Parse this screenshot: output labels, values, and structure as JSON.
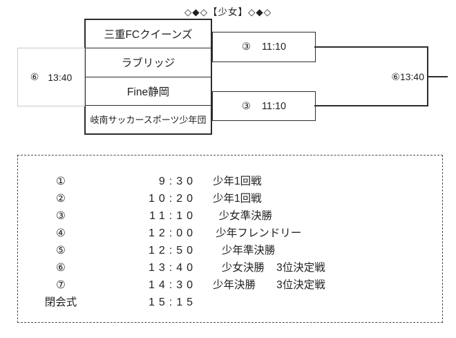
{
  "title": "◇◆◇【少女】◇◆◇",
  "bracket": {
    "teams": [
      "三重FCクイーンズ",
      "ラブリッジ",
      "Fine静岡",
      "岐南サッカースポーツ少年団"
    ],
    "semifinal_top": {
      "no": "③",
      "time": "11:10"
    },
    "semifinal_bottom": {
      "no": "③",
      "time": "11:10"
    },
    "third_place": {
      "no": "⑥",
      "time": "13:40"
    },
    "final": {
      "no": "⑥",
      "time": "13:40"
    }
  },
  "schedule": {
    "rows": [
      {
        "no": "①",
        "time": "9:30",
        "event": "少年1回戦"
      },
      {
        "no": "②",
        "time": "10:20",
        "event": "少年1回戦"
      },
      {
        "no": "③",
        "time": "11:10",
        "event": "  少女準決勝"
      },
      {
        "no": "④",
        "time": "12:00",
        "event": " 少年フレンドリー"
      },
      {
        "no": "⑤",
        "time": "12:50",
        "event": "   少年準決勝"
      },
      {
        "no": "⑥",
        "time": "13:40",
        "event": "   少女決勝    3位決定戦"
      },
      {
        "no": "⑦",
        "time": "14:30",
        "event": "少年決勝       3位決定戦"
      },
      {
        "no": "閉会式",
        "time": "15:15",
        "event": ""
      }
    ]
  },
  "colors": {
    "line": "#2b2b2b",
    "third_place_border": "#c9c9c9",
    "schedule_border": "#4a4a4a",
    "text": "#1f1f1f",
    "background": "#ffffff"
  }
}
